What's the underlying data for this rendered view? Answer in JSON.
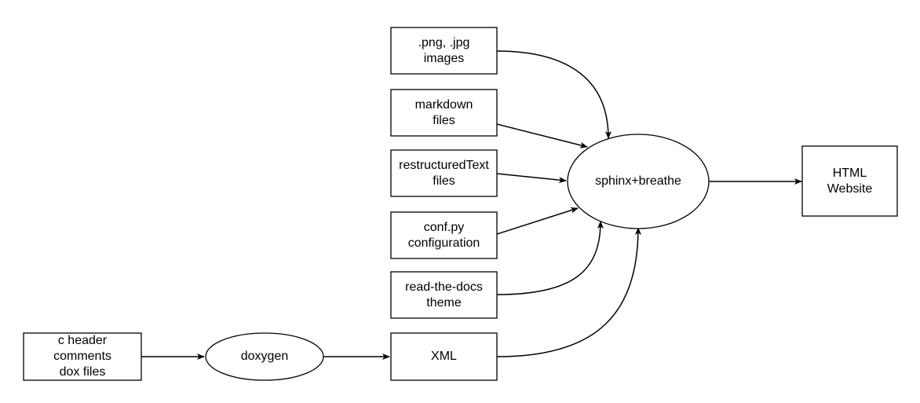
{
  "diagram": {
    "nodes": {
      "images": {
        "lines": [
          ".png, .jpg",
          "images"
        ]
      },
      "markdown": {
        "lines": [
          "markdown",
          "files"
        ]
      },
      "rst": {
        "lines": [
          "restructuredText",
          "files"
        ]
      },
      "conf": {
        "lines": [
          "conf.py",
          "configuration"
        ]
      },
      "theme": {
        "lines": [
          "read-the-docs",
          "theme"
        ]
      },
      "xml": {
        "lines": [
          "XML"
        ]
      },
      "c_header": {
        "lines": [
          "c header",
          "comments",
          "dox files"
        ]
      },
      "doxygen": {
        "lines": [
          "doxygen"
        ]
      },
      "sphinx": {
        "lines": [
          "sphinx+breathe"
        ]
      },
      "html": {
        "lines": [
          "HTML",
          "Website"
        ]
      }
    },
    "edges": [
      {
        "from": "images",
        "to": "sphinx"
      },
      {
        "from": "markdown",
        "to": "sphinx"
      },
      {
        "from": "rst",
        "to": "sphinx"
      },
      {
        "from": "conf",
        "to": "sphinx"
      },
      {
        "from": "theme",
        "to": "sphinx"
      },
      {
        "from": "xml",
        "to": "sphinx"
      },
      {
        "from": "c_header",
        "to": "doxygen"
      },
      {
        "from": "doxygen",
        "to": "xml"
      },
      {
        "from": "sphinx",
        "to": "html"
      }
    ]
  }
}
